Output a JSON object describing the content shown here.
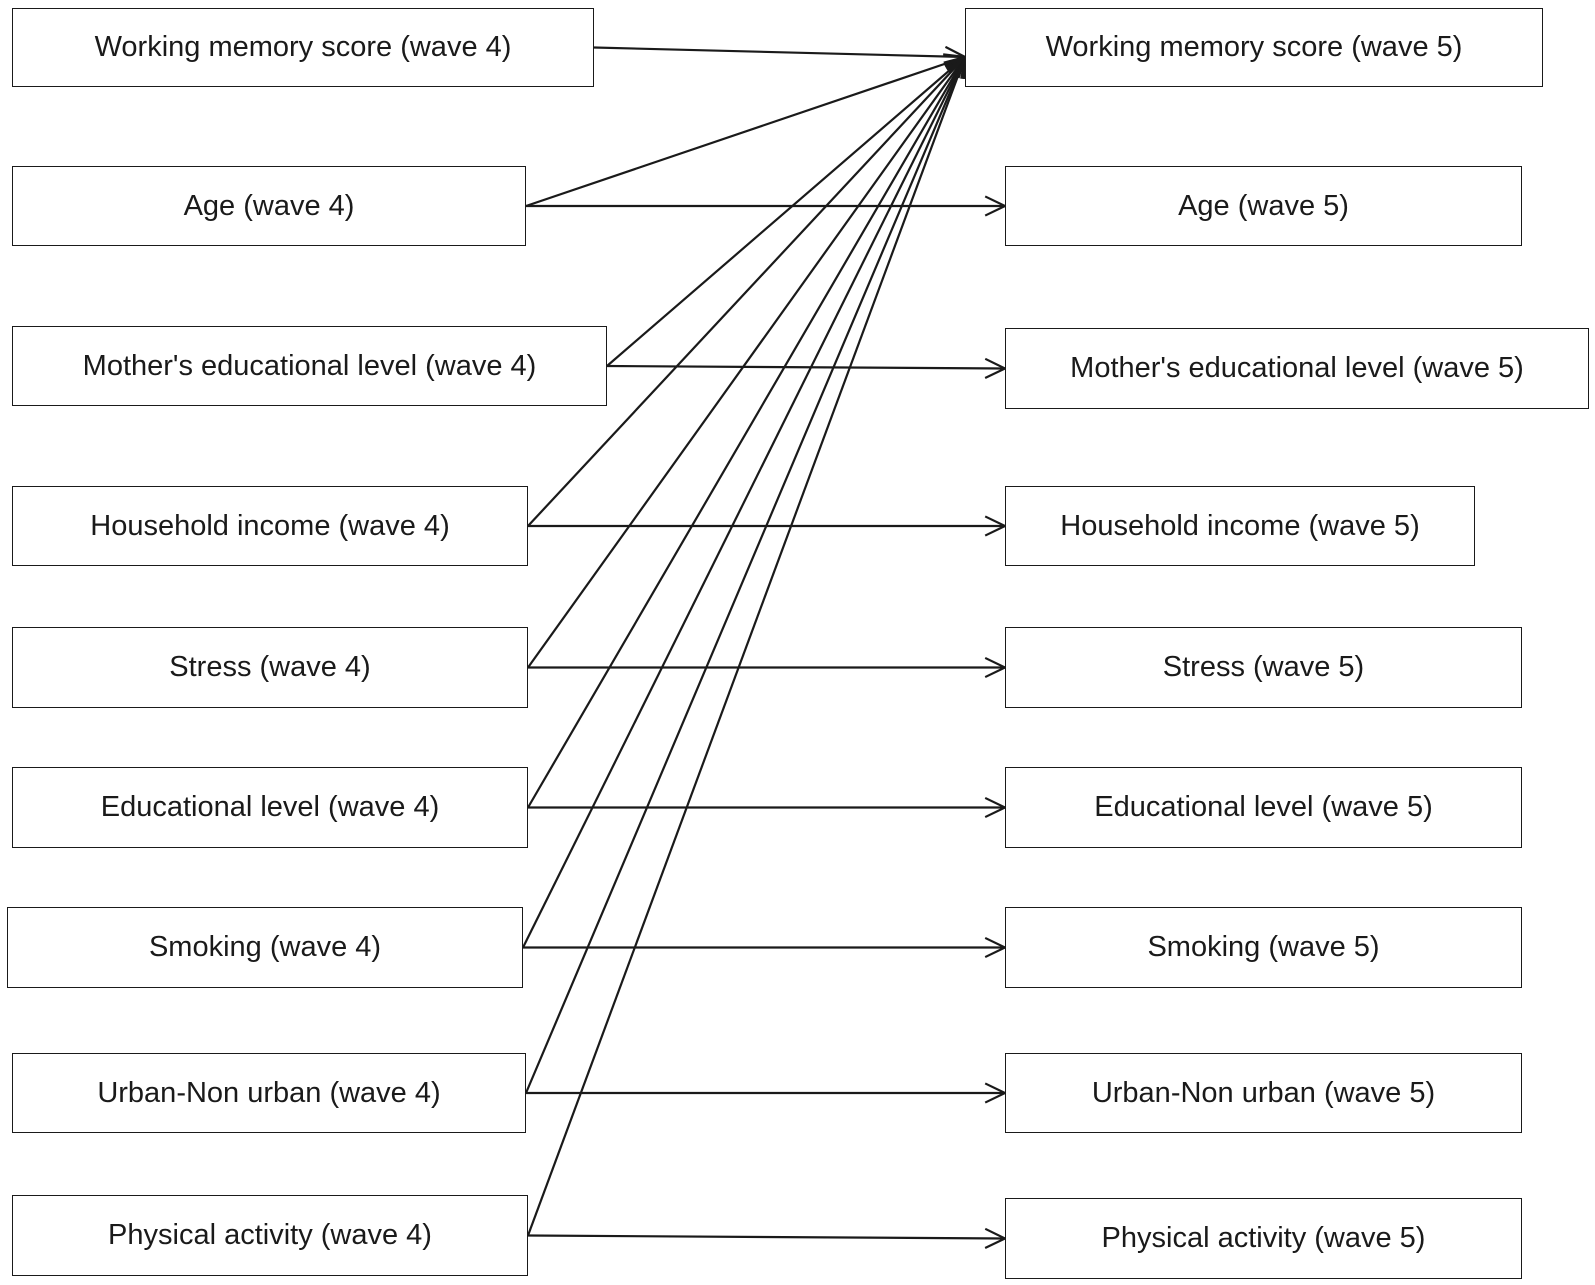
{
  "colors": {
    "line": "#1a1a1a",
    "box_border": "#1a1a1a",
    "background": "#ffffff"
  },
  "nodes": {
    "wm4": "Working memory score (wave 4)",
    "wm5": "Working memory score (wave 5)",
    "age4": "Age (wave 4)",
    "age5": "Age  (wave 5)",
    "mother4": "Mother's educational level (wave 4)",
    "mother5": "Mother's educational level (wave 5)",
    "income4": "Household income (wave 4)",
    "income5": "Household income  (wave 5)",
    "stress4": "Stress (wave 4)",
    "stress5": "Stress  (wave 5)",
    "edu4": "Educational level (wave 4)",
    "edu5": "Educational level  (wave 5)",
    "smoking4": "Smoking (wave 4)",
    "smoking5": "Smoking  (wave 5)",
    "urban4": "Urban-Non urban (wave 4)",
    "urban5": "Urban-Non urban  (wave 5)",
    "pa4": "Physical activity (wave 4)",
    "pa5": "Physical activity  (wave 5)"
  },
  "edges": [
    {
      "from": "wm4",
      "to": "wm5"
    },
    {
      "from": "age4",
      "to": "wm5"
    },
    {
      "from": "age4",
      "to": "age5"
    },
    {
      "from": "mother4",
      "to": "wm5"
    },
    {
      "from": "mother4",
      "to": "mother5"
    },
    {
      "from": "income4",
      "to": "wm5"
    },
    {
      "from": "income4",
      "to": "income5"
    },
    {
      "from": "stress4",
      "to": "wm5"
    },
    {
      "from": "stress4",
      "to": "stress5"
    },
    {
      "from": "edu4",
      "to": "wm5"
    },
    {
      "from": "edu4",
      "to": "edu5"
    },
    {
      "from": "smoking4",
      "to": "wm5"
    },
    {
      "from": "smoking4",
      "to": "smoking5"
    },
    {
      "from": "urban4",
      "to": "wm5"
    },
    {
      "from": "urban4",
      "to": "urban5"
    },
    {
      "from": "pa4",
      "to": "wm5"
    },
    {
      "from": "pa4",
      "to": "pa5"
    }
  ]
}
